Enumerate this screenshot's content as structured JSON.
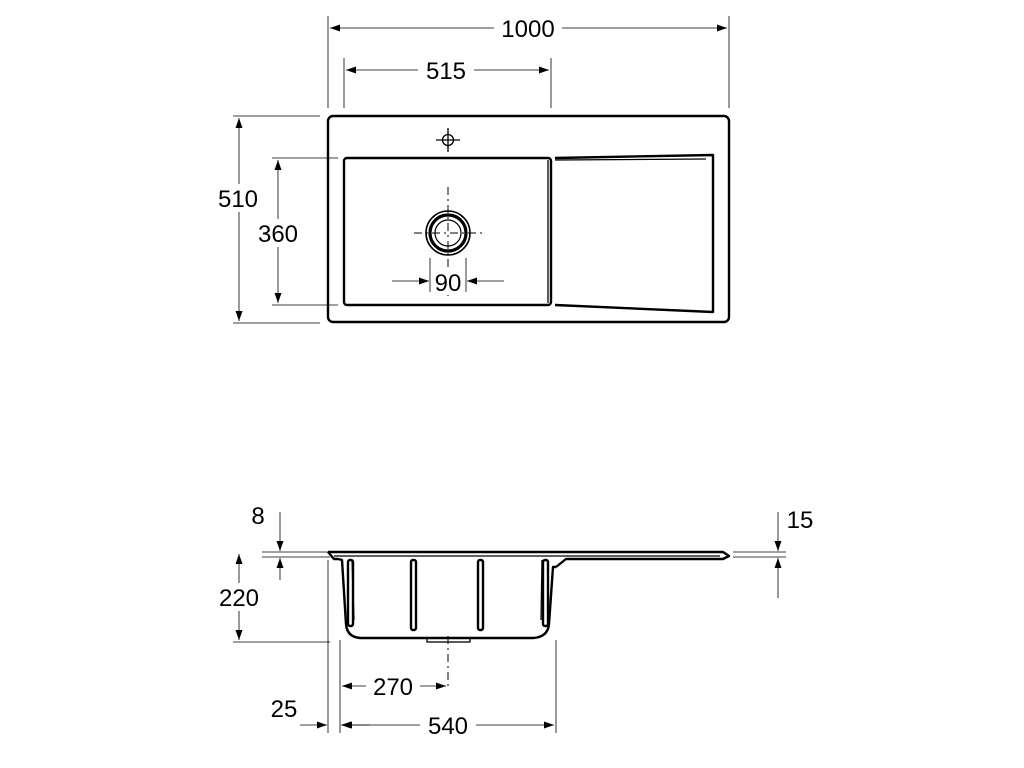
{
  "drawing": {
    "top_view": {
      "overall_width": "1000",
      "bowl_width": "515",
      "overall_depth": "510",
      "bowl_depth": "360",
      "drain_diameter": "90"
    },
    "side_view": {
      "rim_thickness": "8",
      "drainer_offset": "15",
      "bowl_height": "220",
      "drain_offset": "270",
      "edge_offset": "25",
      "bowl_outer_width": "540"
    }
  }
}
